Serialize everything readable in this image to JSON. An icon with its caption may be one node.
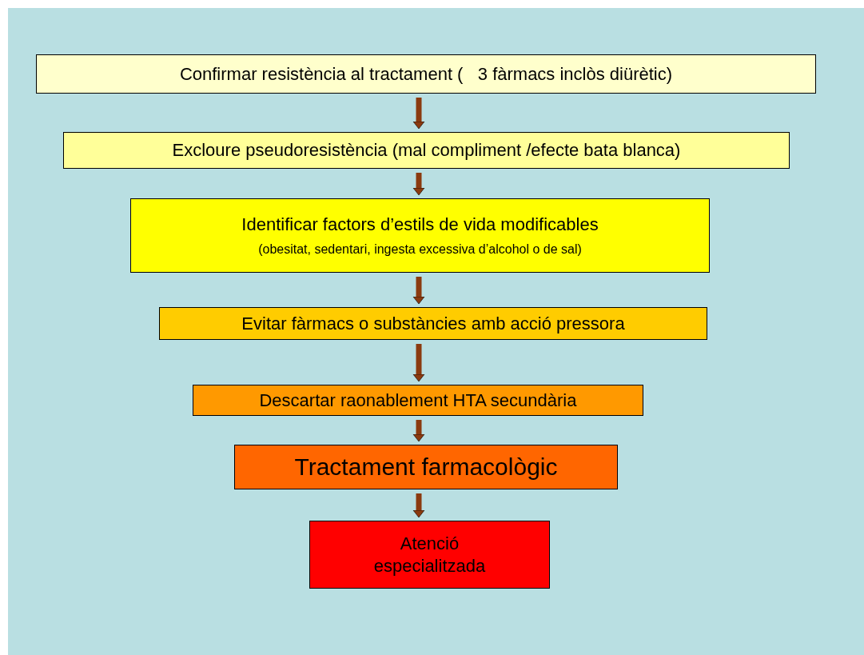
{
  "diagram": {
    "nodes": [
      {
        "text": [
          "Confirmar resistència al tractament (   3 fàrmacs inclòs diürètic)"
        ]
      },
      {
        "text": [
          "Excloure pseudoresistència (mal compliment /efecte bata blanca)"
        ]
      },
      {
        "text": [
          "Identificar factors d’estils de vida modificables",
          "(obesitat, sedentari, ingesta excessiva d’alcohol o de sal)"
        ]
      },
      {
        "text": [
          "Evitar fàrmacs o substàncies amb acció pressora"
        ]
      },
      {
        "text": [
          "Descartar raonablement HTA secundària"
        ]
      },
      {
        "text": [
          "Tractament farmacològic"
        ]
      },
      {
        "text": [
          "Atenció especialitzada"
        ]
      }
    ],
    "edges": [
      {
        "from": 0,
        "to": 1,
        "arrow": "to"
      },
      {
        "from": 1,
        "to": 2,
        "arrow": "to"
      },
      {
        "from": 2,
        "to": 3,
        "arrow": "to"
      },
      {
        "from": 3,
        "to": 4,
        "arrow": "to"
      },
      {
        "from": 4,
        "to": 5,
        "arrow": "to"
      },
      {
        "from": 5,
        "to": 6,
        "arrow": "to"
      }
    ]
  }
}
